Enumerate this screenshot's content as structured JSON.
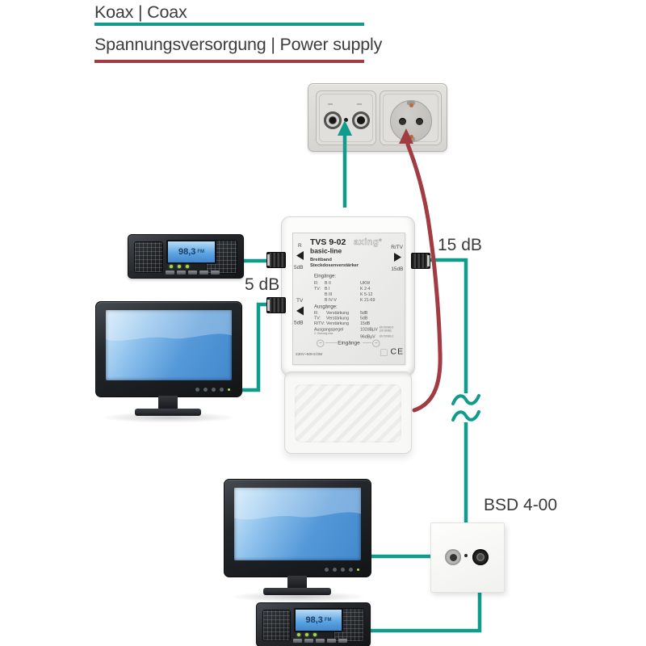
{
  "legend": {
    "coax": "Koax | Coax",
    "power": "Spannungsversorgung | Power supply"
  },
  "colors": {
    "coax_line": "#0f9c8d",
    "power_line": "#a23b42",
    "text": "#3a3a3a"
  },
  "gains": {
    "left": "5 dB",
    "right": "15 dB"
  },
  "bsd": {
    "label": "BSD 4-00"
  },
  "amp": {
    "model": "TVS 9-02",
    "brand": "axing",
    "brand_reg": "®",
    "series": "basic-line",
    "type1": "Breitband",
    "type2": "Steckdosenverstärker",
    "ports": {
      "r": {
        "name": "R",
        "gain": "5dB"
      },
      "tv": {
        "name": "TV",
        "gain": "5dB"
      },
      "rtv": {
        "name": "R/TV",
        "gain": "15dB"
      }
    },
    "inputs": {
      "title": "Eingänge:",
      "rows": [
        [
          "R:",
          "B II",
          "UKW"
        ],
        [
          "TV:",
          "B I",
          "K 2-4"
        ],
        [
          "",
          "B III",
          "K 5-12"
        ],
        [
          "",
          "B IV-V",
          "K 21-69"
        ]
      ]
    },
    "outputs": {
      "title": "Ausgänge:",
      "rows": [
        [
          "R:",
          "Verstärkung",
          "5dB"
        ],
        [
          "TV:",
          "Verstärkung",
          "5dB"
        ],
        [
          "R/TV:",
          "Verstärkung",
          "15dB"
        ]
      ]
    },
    "level": {
      "label": "Ausgangspegel",
      "sub": "2. Ordnung max.",
      "v1": "102dBµV",
      "v1n1": "EN 50083-5",
      "v1n2": "(2K 60dB)",
      "v2": "96dBµV",
      "v2n": "EN 50083-2"
    },
    "center_label": "Eingänge",
    "power_rating": "230V~50Hz/3W",
    "ce": "CE"
  },
  "radio": {
    "freq": "98,3",
    "band": "FM"
  }
}
